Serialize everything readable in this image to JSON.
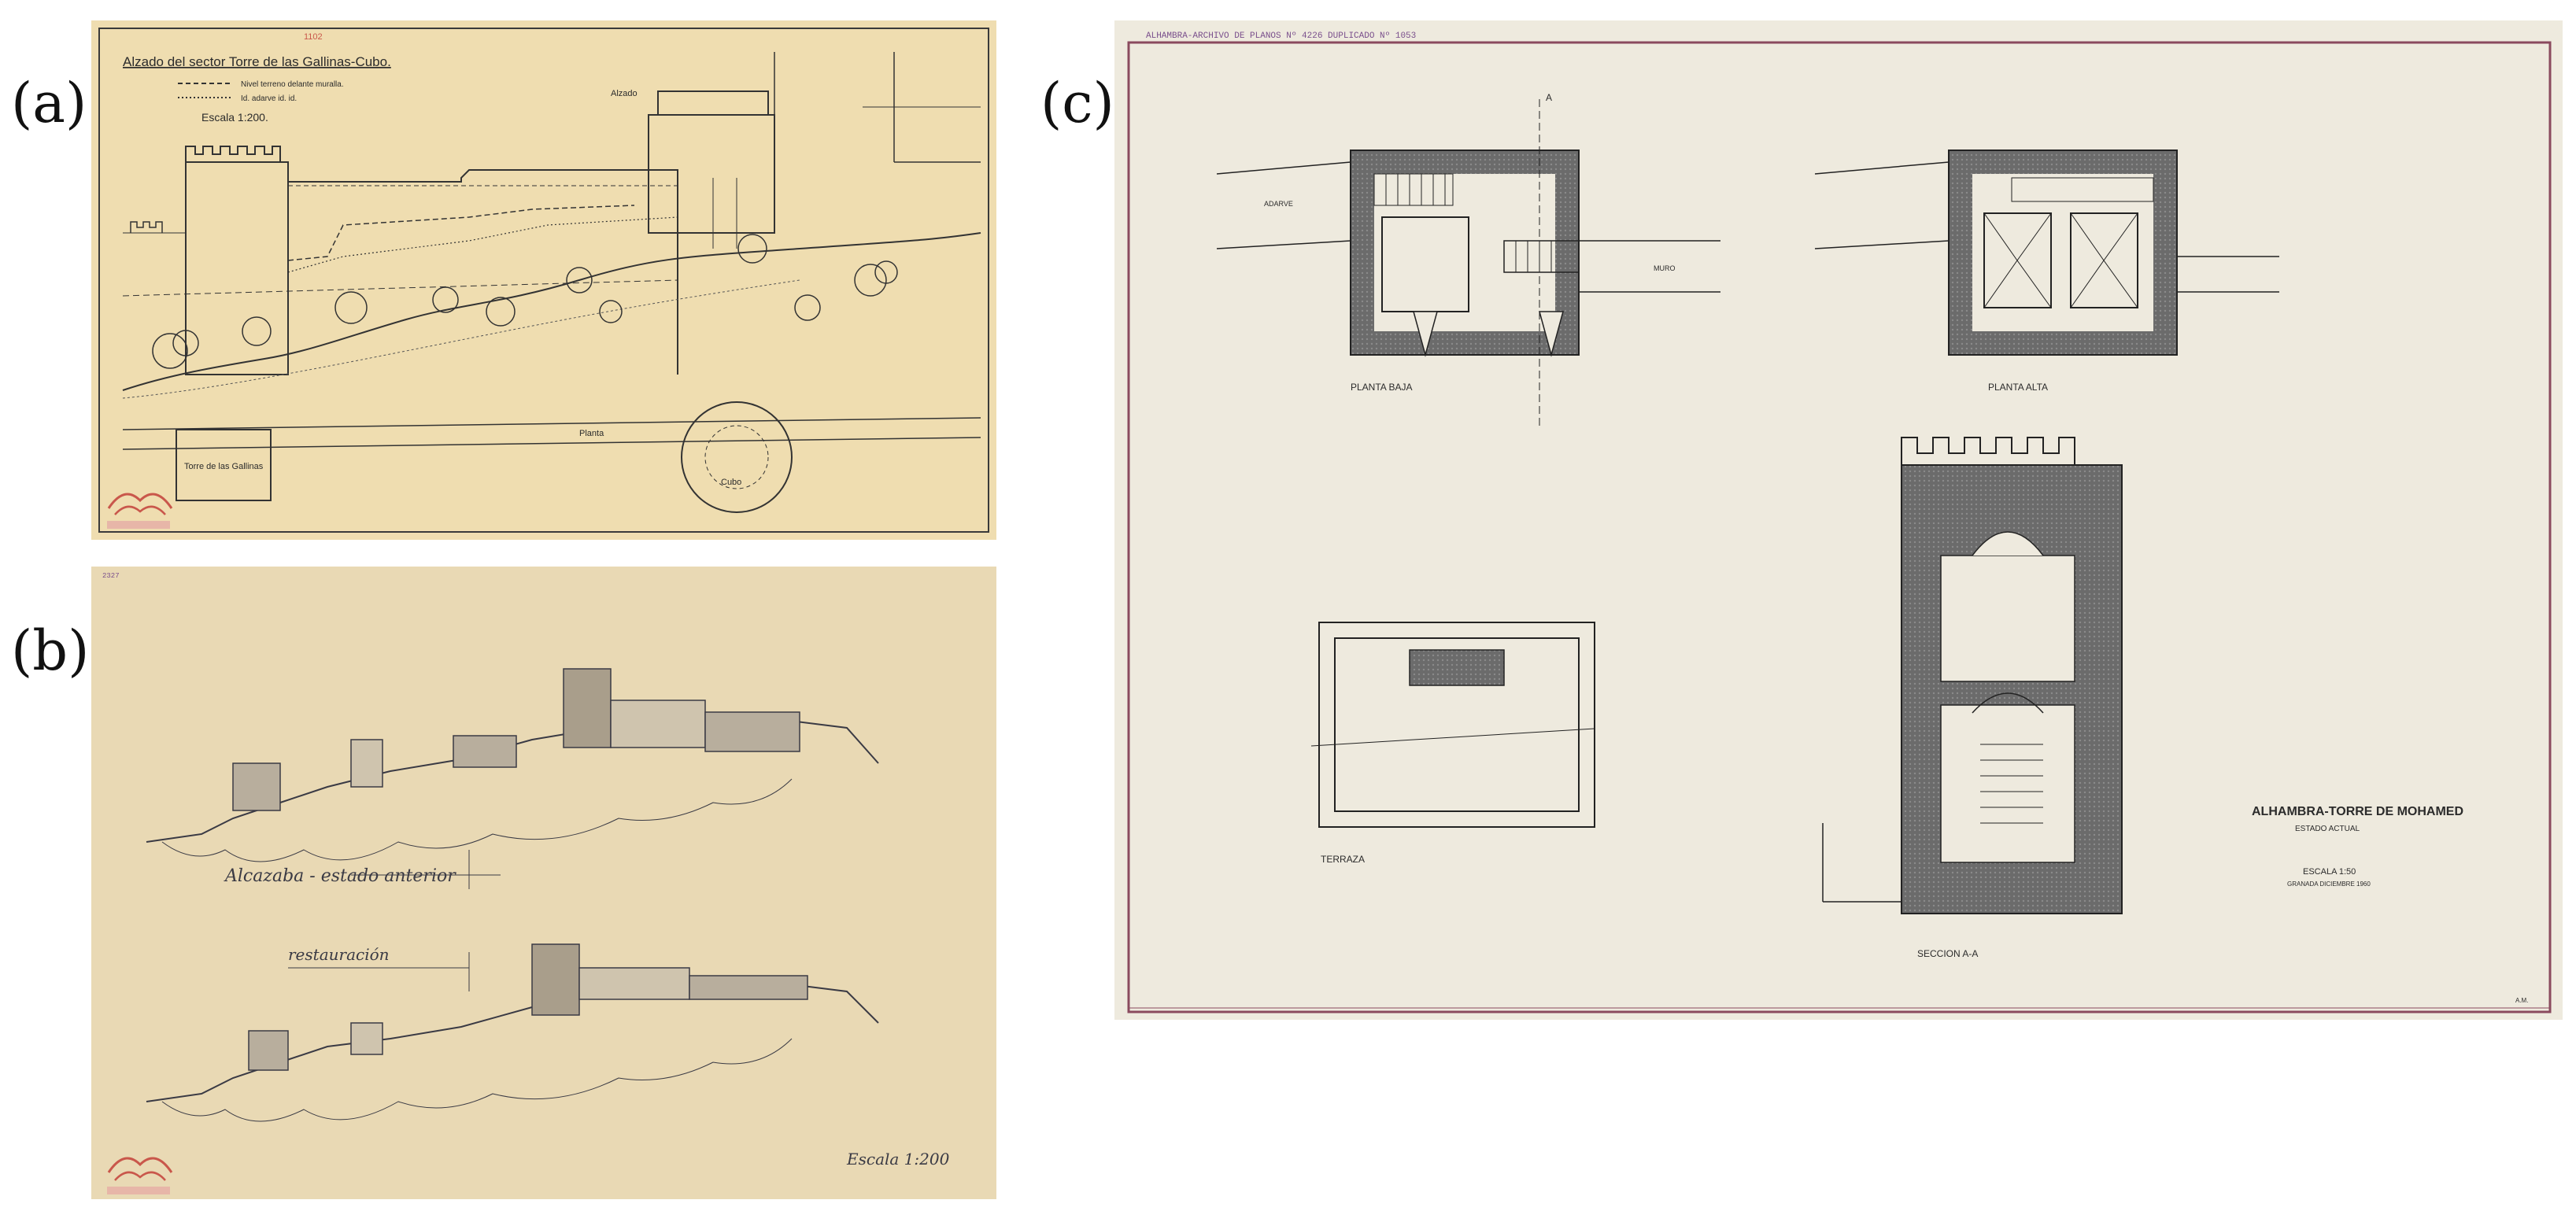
{
  "labels": {
    "a": "(a)",
    "b": "(b)",
    "c": "(c)"
  },
  "sheet_a": {
    "title": "Alzado del sector Torre de las Gallinas-Cubo.",
    "legend_1": "Nivel terreno delante muralla.",
    "legend_2": "Id. adarve id. id.",
    "scale": "Escala 1:200.",
    "alzado": "Alzado",
    "planta": "Planta",
    "torre": "Torre de las Gallinas",
    "cubo": "Cubo",
    "stamp_number": "1102",
    "colors": {
      "paper": "#efddb0",
      "ink": "#2b2b2b",
      "stamp": "#c9574b"
    }
  },
  "sheet_b": {
    "caption_top": "Alcazaba - estado anterior",
    "caption_bottom": "restauración",
    "scale": "Escala 1:200",
    "stamp_number": "2327",
    "colors": {
      "paper": "#e9d9b4",
      "ink": "#3a3a44",
      "stamp": "#c9574b"
    }
  },
  "sheet_c": {
    "header": "ALHAMBRA-ARCHIVO DE PLANOS Nº 4226 DUPLICADO Nº 1053",
    "planta_baja": "PLANTA BAJA",
    "planta_alta": "PLANTA ALTA",
    "terraza": "TERRAZA",
    "seccion": "SECCION A-A",
    "title": "ALHAMBRA-TORRE DE MOHAMED",
    "subtitle": "ESTADO ACTUAL",
    "scale": "ESCALA 1:50",
    "date": "GRANADA DICIEMBRE 1960",
    "adarve": "ADARVE",
    "muro": "MURO",
    "section_mark": "A",
    "corner": "A.M.",
    "colors": {
      "paper": "#eeeade",
      "frame": "#8a4a5e",
      "hatch": "#5a5a5a",
      "header": "#7a4f8c"
    }
  }
}
